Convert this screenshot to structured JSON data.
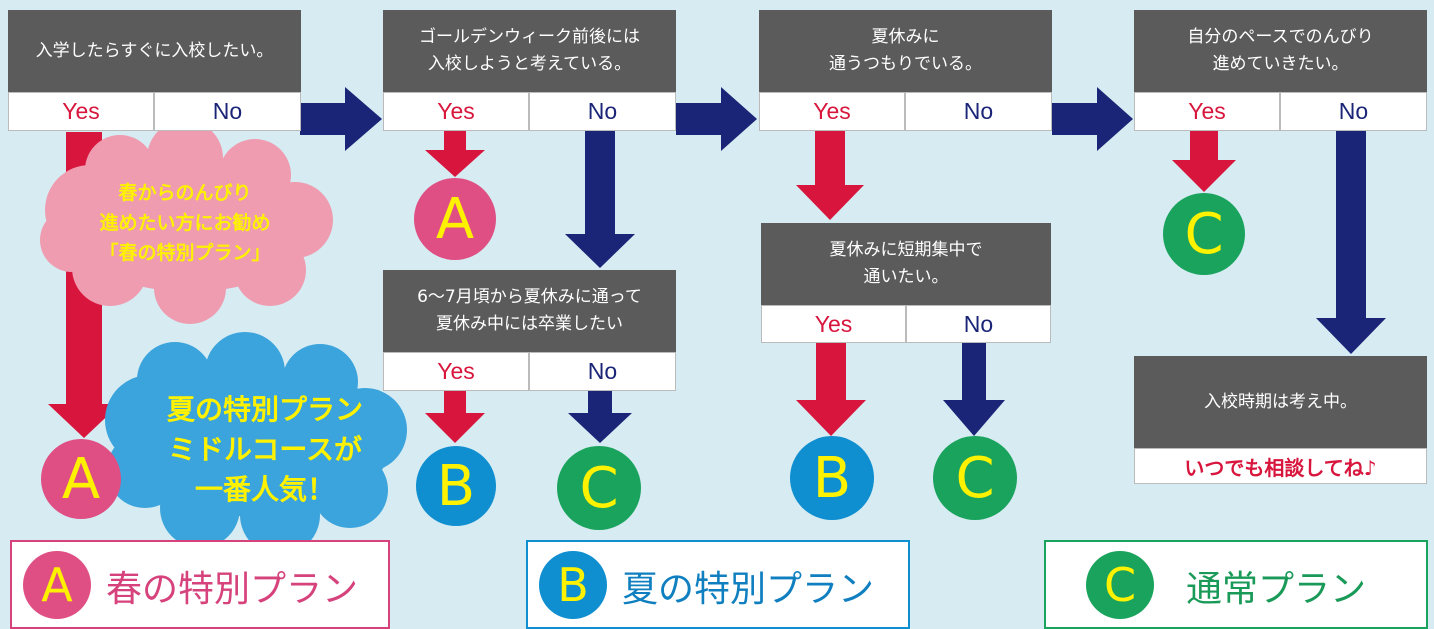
{
  "questions": {
    "q1": "入学したらすぐに入校したい。",
    "q2_line1": "ゴールデンウィーク前後には",
    "q2_line2": "入校しようと考えている。",
    "q3_line1": "夏休みに",
    "q3_line2": "通うつもりでいる。",
    "q4_line1": "自分のペースでのんびり",
    "q4_line2": "進めていきたい。",
    "q5_line1": "6〜7月頃から夏休みに通って",
    "q5_line2": "夏休み中には卒業したい",
    "q6_line1": "夏休みに短期集中で",
    "q6_line2": "通いたい。",
    "q7": "入校時期は考え中。",
    "q7_note": "いつでも相談してね♪"
  },
  "answers": {
    "yes": "Yes",
    "no": "No"
  },
  "plans": {
    "a": "A",
    "b": "B",
    "c": "C"
  },
  "clouds": {
    "spring_line1": "春からのんびり",
    "spring_line2": "進めたい方にお勧め",
    "spring_line3": "「春の特別プラン」",
    "summer_line1": "夏の特別プラン",
    "summer_line2": "ミドルコースが",
    "summer_line3": "一番人気！"
  },
  "legend": {
    "a_label": "春の特別プラン",
    "b_label": "夏の特別プラン",
    "c_label": "通常プラン"
  },
  "colors": {
    "background": "#d6ebf2",
    "question_box": "#5b5b5b",
    "yes_arrow": "#d8163d",
    "no_arrow": "#1b2577",
    "plan_a": "#df4f84",
    "plan_b": "#0f8ed0",
    "plan_c": "#1aa35d",
    "letter": "#fff200"
  }
}
